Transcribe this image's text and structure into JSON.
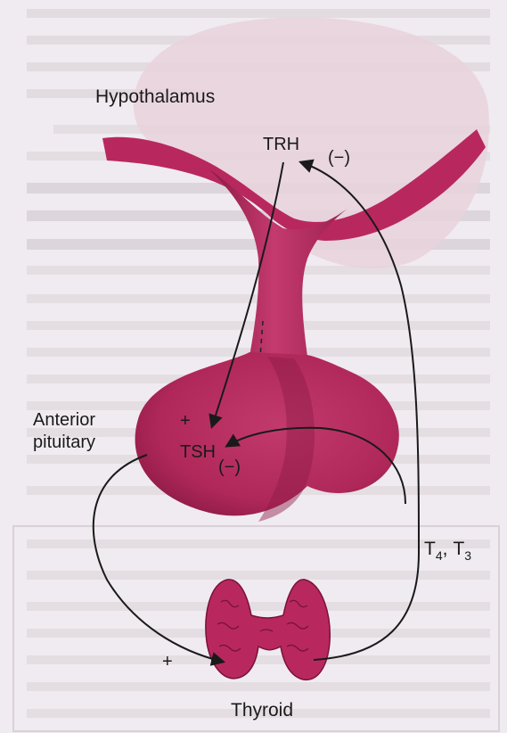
{
  "labels": {
    "hypothalamus": "Hypothalamus",
    "trh": "TRH",
    "neg_top": "(−)",
    "plus_top": "+",
    "anterior_line1": "Anterior",
    "anterior_line2": "pituitary",
    "tsh": "TSH",
    "neg_tsh": "(−)",
    "plus_bottom": "+",
    "t4": "T",
    "t4_sub": "4",
    "comma": ",",
    "t3": "T",
    "t3_sub": "3",
    "thyroid": "Thyroid"
  },
  "colors": {
    "tissue": "#b8285e",
    "tissue_light": "#d9849f",
    "tissue_dark": "#7a1239",
    "hypothalamus_fill": "#e9d2dc",
    "arrow": "#1a1a1a",
    "background": "#f4f1f4"
  }
}
